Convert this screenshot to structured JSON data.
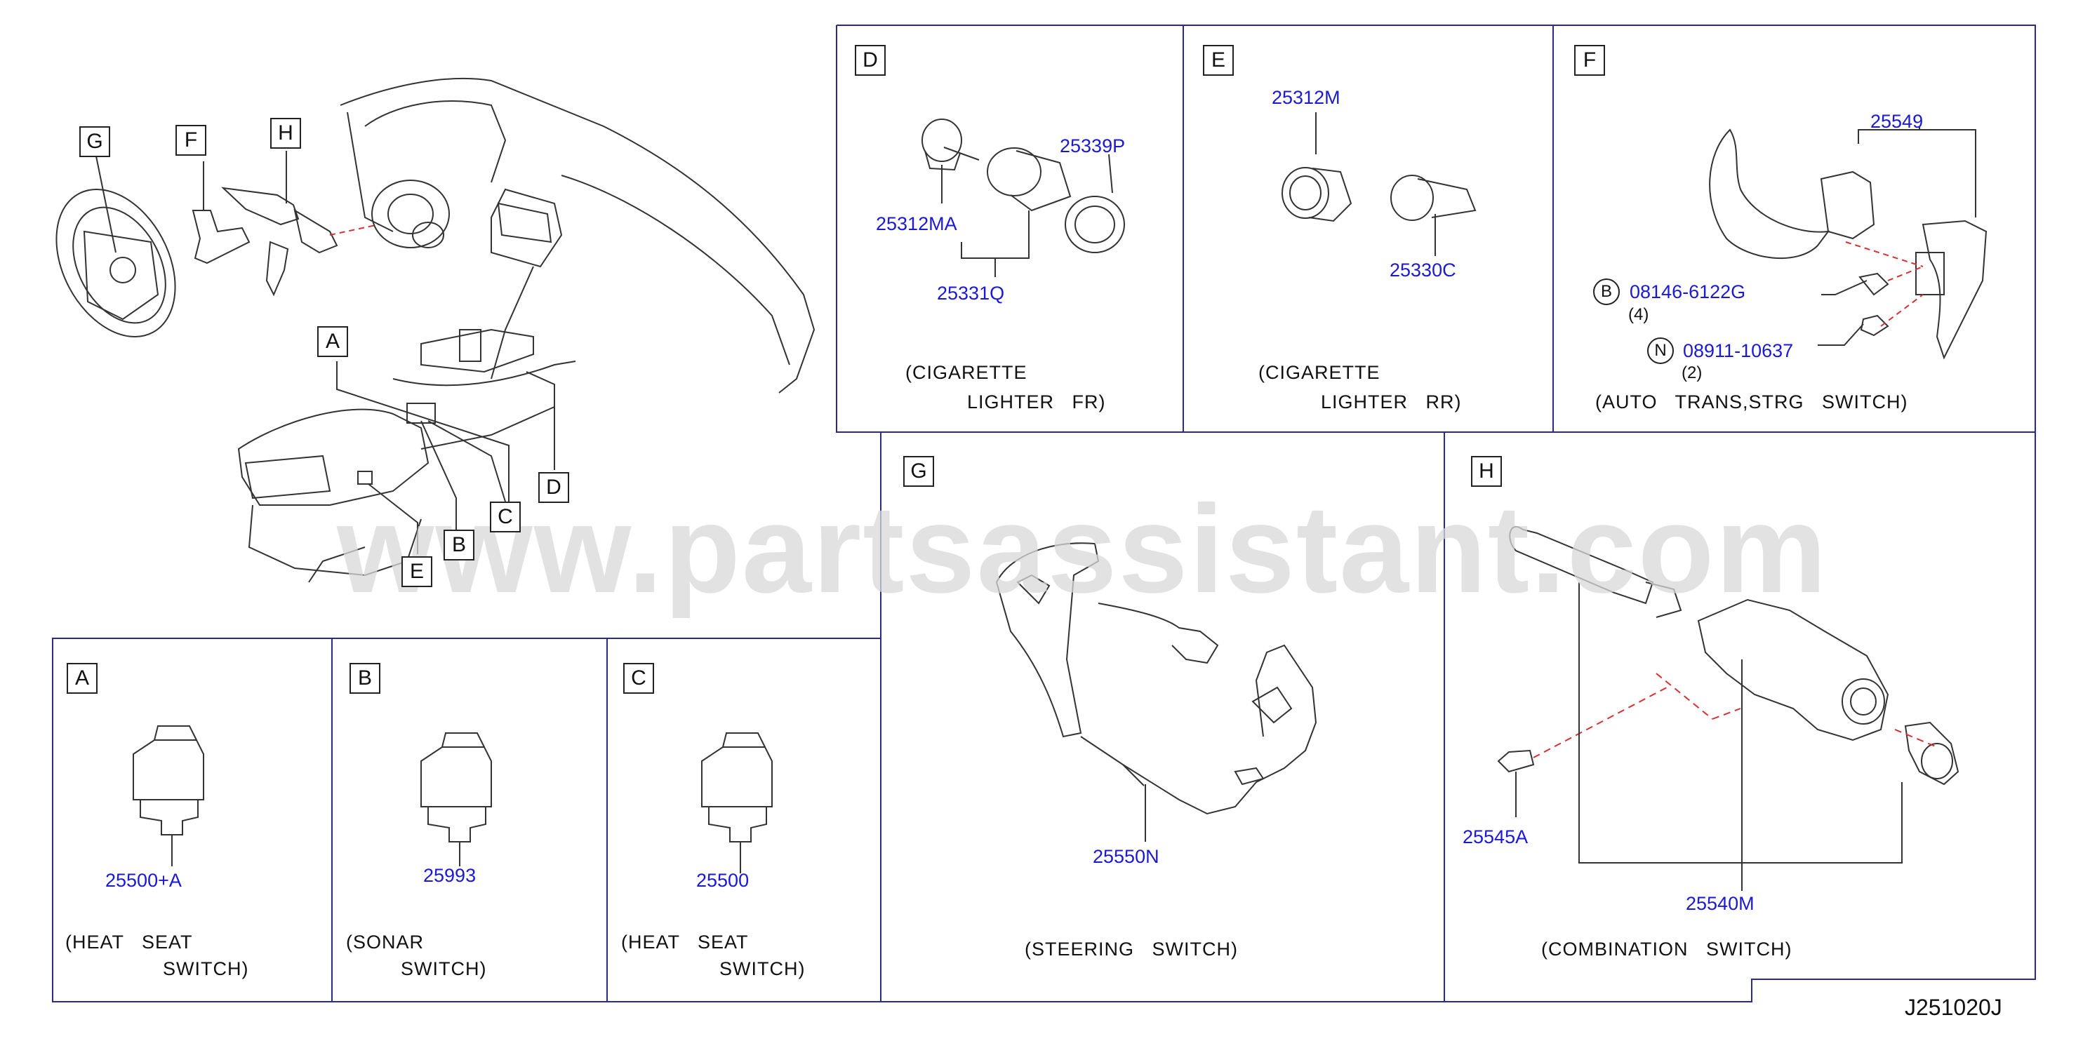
{
  "watermark": "www.partsassistant.com",
  "diagram_code": "J251020J",
  "section_letters": [
    "G",
    "F",
    "H",
    "A",
    "B",
    "C",
    "D",
    "E"
  ],
  "overview_refs": [
    "A",
    "B",
    "C",
    "D",
    "E"
  ],
  "panels": {
    "D": {
      "letter": "D",
      "parts": [
        "25339P",
        "25312MA",
        "25331Q"
      ],
      "caption_1": "(CIGARETTE",
      "caption_2": "LIGHTER   FR)"
    },
    "E": {
      "letter": "E",
      "parts": [
        "25312M",
        "25330C"
      ],
      "caption_1": "(CIGARETTE",
      "caption_2": "LIGHTER   RR)"
    },
    "F": {
      "letter": "F",
      "parts": [
        "25549",
        "08146-6122G",
        "08911-10637"
      ],
      "markers": [
        "B",
        "N"
      ],
      "quantities": [
        "(4)",
        "(2)"
      ],
      "caption": "(AUTO   TRANS,STRG   SWITCH)"
    },
    "G": {
      "letter": "G",
      "parts": [
        "25550N"
      ],
      "caption": "(STEERING   SWITCH)"
    },
    "H": {
      "letter": "H",
      "parts": [
        "25545A",
        "25540M"
      ],
      "caption": "(COMBINATION   SWITCH)"
    },
    "A": {
      "letter": "A",
      "parts": [
        "25500+A"
      ],
      "caption_1": "(HEAT   SEAT",
      "caption_2": "SWITCH)"
    },
    "B": {
      "letter": "B",
      "parts": [
        "25993"
      ],
      "caption_1": "(SONAR",
      "caption_2": "SWITCH)"
    },
    "C": {
      "letter": "C",
      "parts": [
        "25500"
      ],
      "caption_1": "(HEAT   SEAT",
      "caption_2": "SWITCH)"
    }
  }
}
